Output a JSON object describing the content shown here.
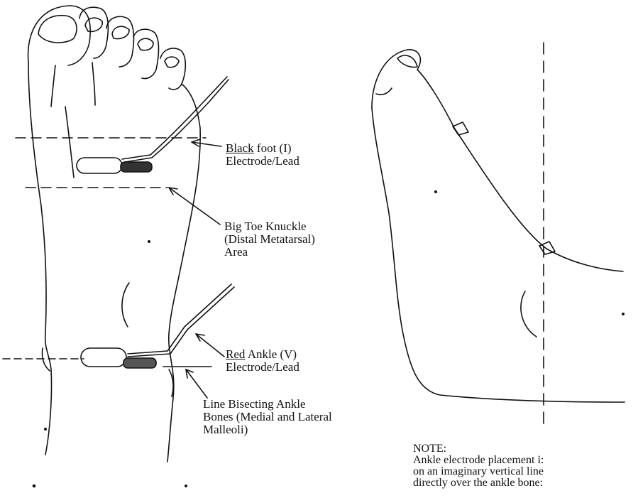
{
  "labels": {
    "black_electrode": {
      "color_word": "Black",
      "rest": " foot (I)",
      "line2": "Electrode/Lead"
    },
    "knuckle": {
      "line1": "Big Toe Knuckle",
      "line2": "(Distal Metatarsal)",
      "line3": "Area"
    },
    "red_electrode": {
      "color_word": "Red",
      "rest": " Ankle (V)",
      "line2": "Electrode/Lead"
    },
    "ankle_line": {
      "line1": "Line Bisecting Ankle",
      "line2": "Bones (Medial and Lateral",
      "line3": "Malleoli)"
    }
  },
  "note": {
    "title": "NOTE:",
    "line1": "Ankle electrode placement i:",
    "line2": "on an imaginary vertical line",
    "line3": "directly over the ankle bone:"
  },
  "colors": {
    "ink": "#111111",
    "background": "#ffffff"
  }
}
